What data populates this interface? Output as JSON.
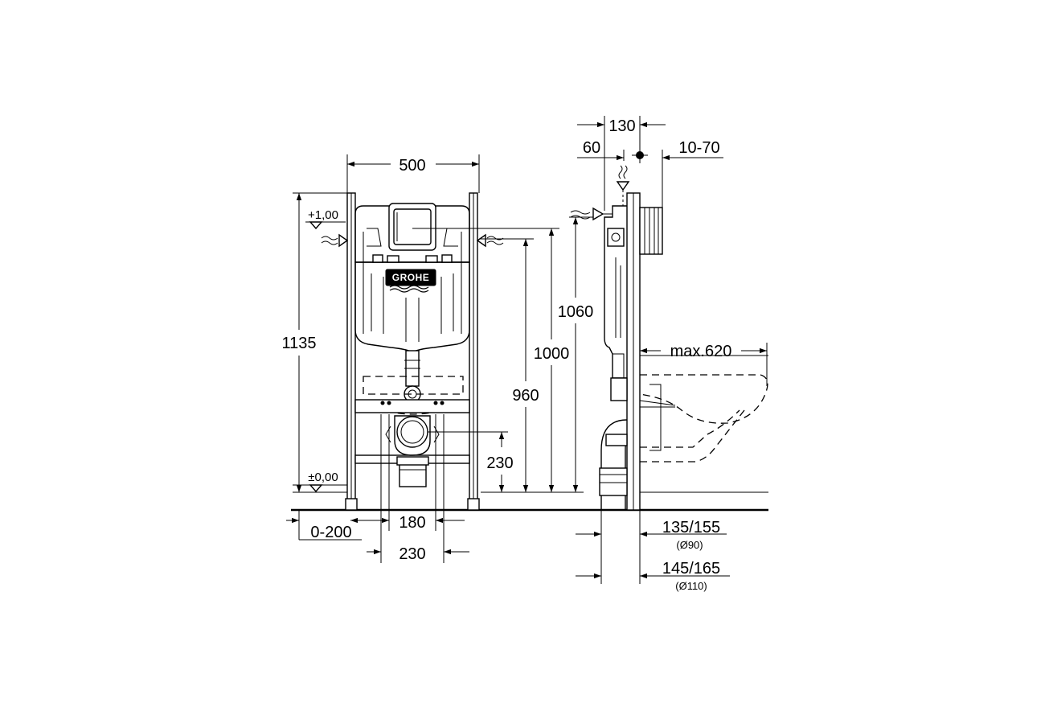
{
  "brand": {
    "logo_text": "GROHE"
  },
  "front_view": {
    "width_label": "500",
    "height_total": "1135",
    "level_top": "+1,00",
    "level_floor": "±0,00",
    "height_1060": "1060",
    "height_1000": "1000",
    "height_960": "960",
    "height_230": "230",
    "bottom_180": "180",
    "bottom_230": "230",
    "bottom_0_200": "0-200"
  },
  "side_view": {
    "depth_130": "130",
    "depth_60": "60",
    "depth_10_70": "10-70",
    "max_620": "max.620",
    "pipe_90_range": "135/155",
    "pipe_90_dia": "(Ø90)",
    "pipe_110_range": "145/165",
    "pipe_110_dia": "(Ø110)"
  }
}
